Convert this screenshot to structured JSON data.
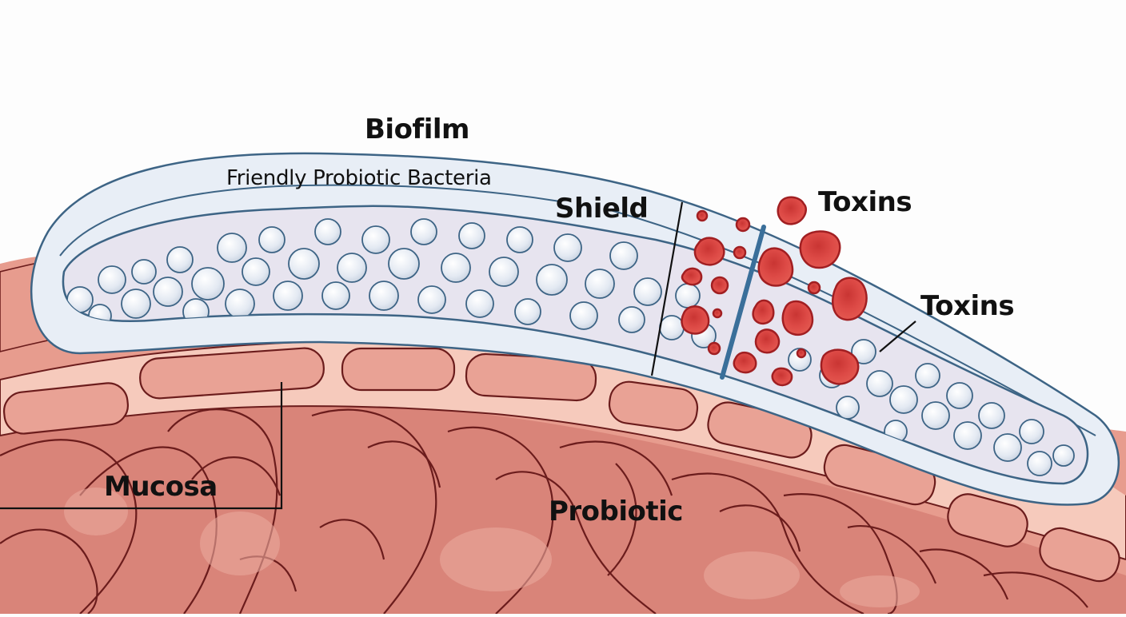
{
  "diagram": {
    "subject": "Probiotic biofilm shield over intestinal mucosa",
    "labels": {
      "biofilm": "Biofilm",
      "friendly_bacteria": "Friendly Probiotic Bacteria",
      "shield": "Shield",
      "toxins_top": "Toxins",
      "toxins_right": "Toxins",
      "mucosa": "Mucosa",
      "probiotic": "Probiotic"
    },
    "colors": {
      "background": "#fdfdfd",
      "biofilm_fill": "#e8eef6",
      "biofilm_outline": "#3d6485",
      "bacteria_fill": "#dfe6f0",
      "bacteria_outline": "#3d6485",
      "toxin_fill": "#d9413f",
      "toxin_outline": "#a11f22",
      "shield_barrier": "#3a6f9a",
      "mucosa_band": "#f4c3b4",
      "cell_fill": "#e9a295",
      "tissue_fill": "#d98479",
      "tissue_dark": "#c56a63",
      "tissue_outline": "#6b1c1c",
      "leader_line": "#111111"
    }
  }
}
